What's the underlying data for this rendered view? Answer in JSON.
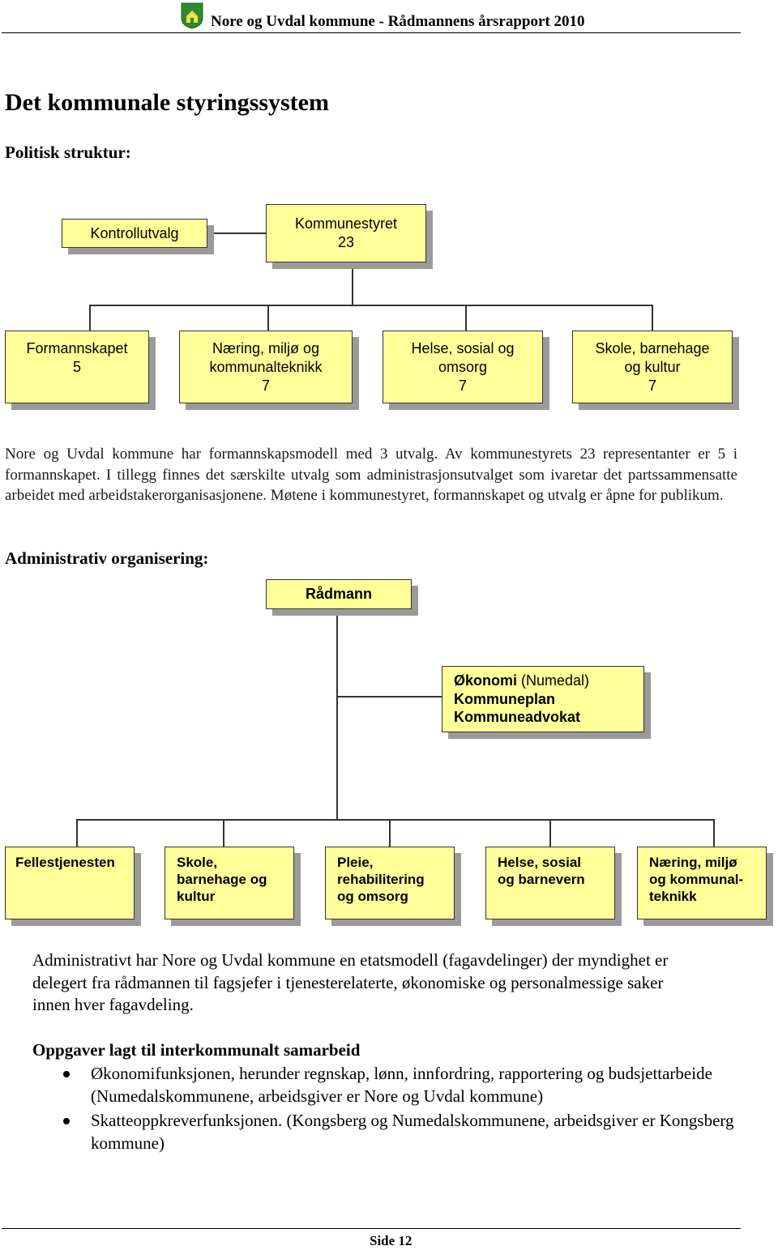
{
  "header": {
    "title": "Nore og Uvdal kommune - Rådmannens årsrapport 2010"
  },
  "page_title": "Det kommunale styringssystem",
  "political": {
    "heading": "Politisk struktur:",
    "kontrollutvalg": "Kontrollutvalg",
    "kommunestyret": {
      "name": "Kommunestyret",
      "count": "23"
    },
    "committees": [
      {
        "line1": "Formannskapet",
        "line2": "",
        "count": "5"
      },
      {
        "line1": "Næring, miljø og",
        "line2": "kommunalteknikk",
        "count": "7"
      },
      {
        "line1": "Helse, sosial og",
        "line2": "omsorg",
        "count": "7"
      },
      {
        "line1": "Skole, barnehage",
        "line2": "og kultur",
        "count": "7"
      }
    ]
  },
  "political_text": "Nore og Uvdal kommune har formannskapsmodell med 3 utvalg. Av kommunestyrets 23 representanter er 5 i formannskapet. I tillegg finnes det særskilte utvalg som administrasjonsutvalget som ivaretar det partssammensatte arbeidet med arbeidstakerorganisasjonene. Møtene i kommunestyret, formannskapet og utvalg er åpne for publikum.",
  "admin": {
    "heading": "Administrativ organisering:",
    "radmann": "Rådmann",
    "staff": {
      "okonomi": "Økonomi",
      "numedal": "(Numedal)",
      "line2": "Kommuneplan",
      "line3": "Kommuneadvokat"
    },
    "departments": [
      {
        "line1": "Fellestjenesten",
        "line2": "",
        "line3": ""
      },
      {
        "line1": "Skole,",
        "line2": "barnehage og",
        "line3": "kultur"
      },
      {
        "line1": "Pleie,",
        "line2": "rehabilitering",
        "line3": "og omsorg"
      },
      {
        "line1": "Helse, sosial",
        "line2": "og barnevern",
        "line3": ""
      },
      {
        "line1": "Næring, miljø",
        "line2": "og kommunal-",
        "line3": "teknikk"
      }
    ]
  },
  "admin_text": "Administrativt har Nore og Uvdal kommune en etatsmodell (fagavdelinger) der myndighet er delegert fra rådmannen til fagsjefer i tjenesterelaterte, økonomiske og personalmessige saker innen hver fagavdeling.",
  "tasks": {
    "heading": "Oppgaver lagt til interkommunalt samarbeid",
    "items": [
      "Økonomifunksjonen, herunder regnskap, lønn, innfordring, rapportering og budsjettarbeide (Numedalskommunene, arbeidsgiver er Nore og Uvdal kommune)",
      "Skatteoppkreverfunksjonen. (Kongsberg og Numedalskommunene, arbeidsgiver er Kongsberg kommune)"
    ]
  },
  "footer": {
    "page": "Side 12"
  },
  "colors": {
    "box_fill": "#ffff99",
    "box_shadow": "#9a9a9a",
    "logo_green": "#2e8b2e"
  }
}
